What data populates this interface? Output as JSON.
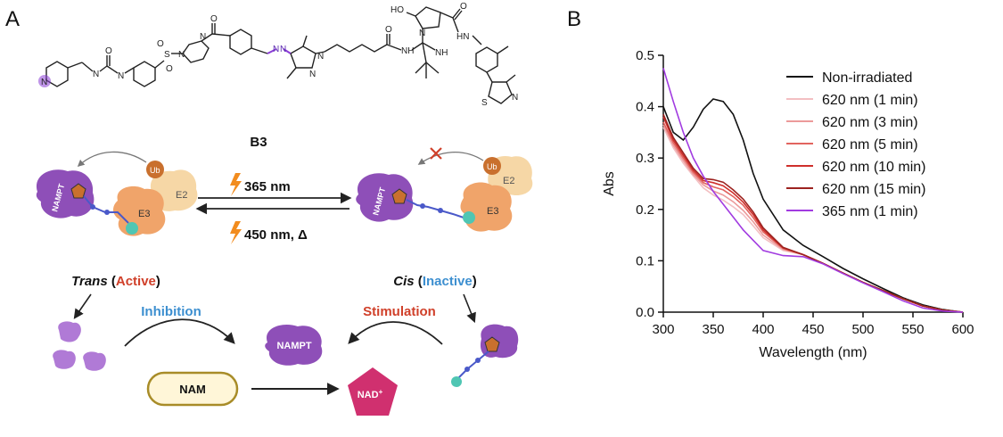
{
  "panels": {
    "a": {
      "letter": "A",
      "compound": "B3",
      "forward": "365 nm",
      "reverse": "450 nm, Δ",
      "trans_word": "Trans",
      "trans_state": "Active",
      "cis_word": "Cis",
      "cis_state": "Inactive",
      "inhibition": "Inhibition",
      "stimulation": "Stimulation",
      "nampt": "NAMPT",
      "e2": "E2",
      "e3": "E3",
      "ub": "Ub",
      "nam": "NAM",
      "nad": "NAD",
      "nad_sup": "+",
      "atoms": {
        "ho": "HO",
        "nh": "NH",
        "hn": "HN",
        "n": "N",
        "o": "O",
        "s": "S"
      },
      "colors": {
        "nampt": "#8e4fb8",
        "e3": "#f0a46a",
        "e2": "#f6d7a6",
        "ub": "#c9702e",
        "teal": "#4fc6b3",
        "linker": "#4a59c9",
        "azo": "#8b3dd6",
        "nad": "#d0306f",
        "nam_fill": "#fff6d8",
        "nam_border": "#a88c28",
        "active": "#d0402a",
        "inactive": "#3d8fd0",
        "bolt": "#f28c1e"
      }
    },
    "b": {
      "letter": "B"
    }
  },
  "chart_data": {
    "type": "line",
    "xlabel": "Wavelength (nm)",
    "ylabel": "Abs",
    "xlim": [
      300,
      600
    ],
    "ylim": [
      0.0,
      0.5
    ],
    "xticks": [
      300,
      350,
      400,
      450,
      500,
      550,
      600
    ],
    "yticks": [
      0.0,
      0.1,
      0.2,
      0.3,
      0.4,
      0.5
    ],
    "grid": false,
    "legend_position": "top-right",
    "x": [
      300,
      310,
      320,
      330,
      340,
      350,
      360,
      370,
      380,
      390,
      400,
      420,
      440,
      460,
      480,
      500,
      520,
      540,
      560,
      580,
      600
    ],
    "series": [
      {
        "name": "Non-irradiated",
        "color": "#111111",
        "values": [
          0.4,
          0.35,
          0.335,
          0.36,
          0.395,
          0.415,
          0.41,
          0.385,
          0.335,
          0.27,
          0.22,
          0.16,
          0.13,
          0.108,
          0.085,
          0.065,
          0.046,
          0.028,
          0.014,
          0.005,
          0.0
        ]
      },
      {
        "name": "620 nm (1 min)",
        "color": "#f3bfc2",
        "values": [
          0.36,
          0.32,
          0.29,
          0.265,
          0.242,
          0.228,
          0.218,
          0.205,
          0.19,
          0.168,
          0.145,
          0.12,
          0.112,
          0.095,
          0.076,
          0.058,
          0.042,
          0.026,
          0.012,
          0.004,
          0.0
        ]
      },
      {
        "name": "620 nm (3 min)",
        "color": "#ec9a9a",
        "values": [
          0.365,
          0.325,
          0.295,
          0.268,
          0.248,
          0.236,
          0.228,
          0.215,
          0.198,
          0.176,
          0.15,
          0.122,
          0.112,
          0.095,
          0.076,
          0.058,
          0.042,
          0.026,
          0.012,
          0.004,
          0.0
        ]
      },
      {
        "name": "620 nm (5 min)",
        "color": "#e2645f",
        "values": [
          0.37,
          0.33,
          0.3,
          0.272,
          0.252,
          0.244,
          0.238,
          0.225,
          0.208,
          0.184,
          0.156,
          0.124,
          0.112,
          0.095,
          0.076,
          0.058,
          0.042,
          0.026,
          0.012,
          0.004,
          0.0
        ]
      },
      {
        "name": "620 nm (10 min)",
        "color": "#cf2f2b",
        "values": [
          0.38,
          0.335,
          0.305,
          0.276,
          0.256,
          0.252,
          0.246,
          0.232,
          0.214,
          0.19,
          0.16,
          0.125,
          0.112,
          0.095,
          0.076,
          0.058,
          0.042,
          0.026,
          0.012,
          0.004,
          0.0
        ]
      },
      {
        "name": "620 nm (15 min)",
        "color": "#9c2320",
        "values": [
          0.385,
          0.34,
          0.31,
          0.28,
          0.26,
          0.258,
          0.253,
          0.238,
          0.22,
          0.195,
          0.164,
          0.126,
          0.112,
          0.095,
          0.076,
          0.058,
          0.042,
          0.026,
          0.012,
          0.004,
          0.0
        ]
      },
      {
        "name": "365 nm (1 min)",
        "color": "#a13be0",
        "values": [
          0.475,
          0.41,
          0.35,
          0.3,
          0.265,
          0.235,
          0.21,
          0.185,
          0.16,
          0.14,
          0.12,
          0.11,
          0.108,
          0.094,
          0.075,
          0.057,
          0.04,
          0.022,
          0.008,
          0.002,
          0.0
        ]
      }
    ]
  }
}
